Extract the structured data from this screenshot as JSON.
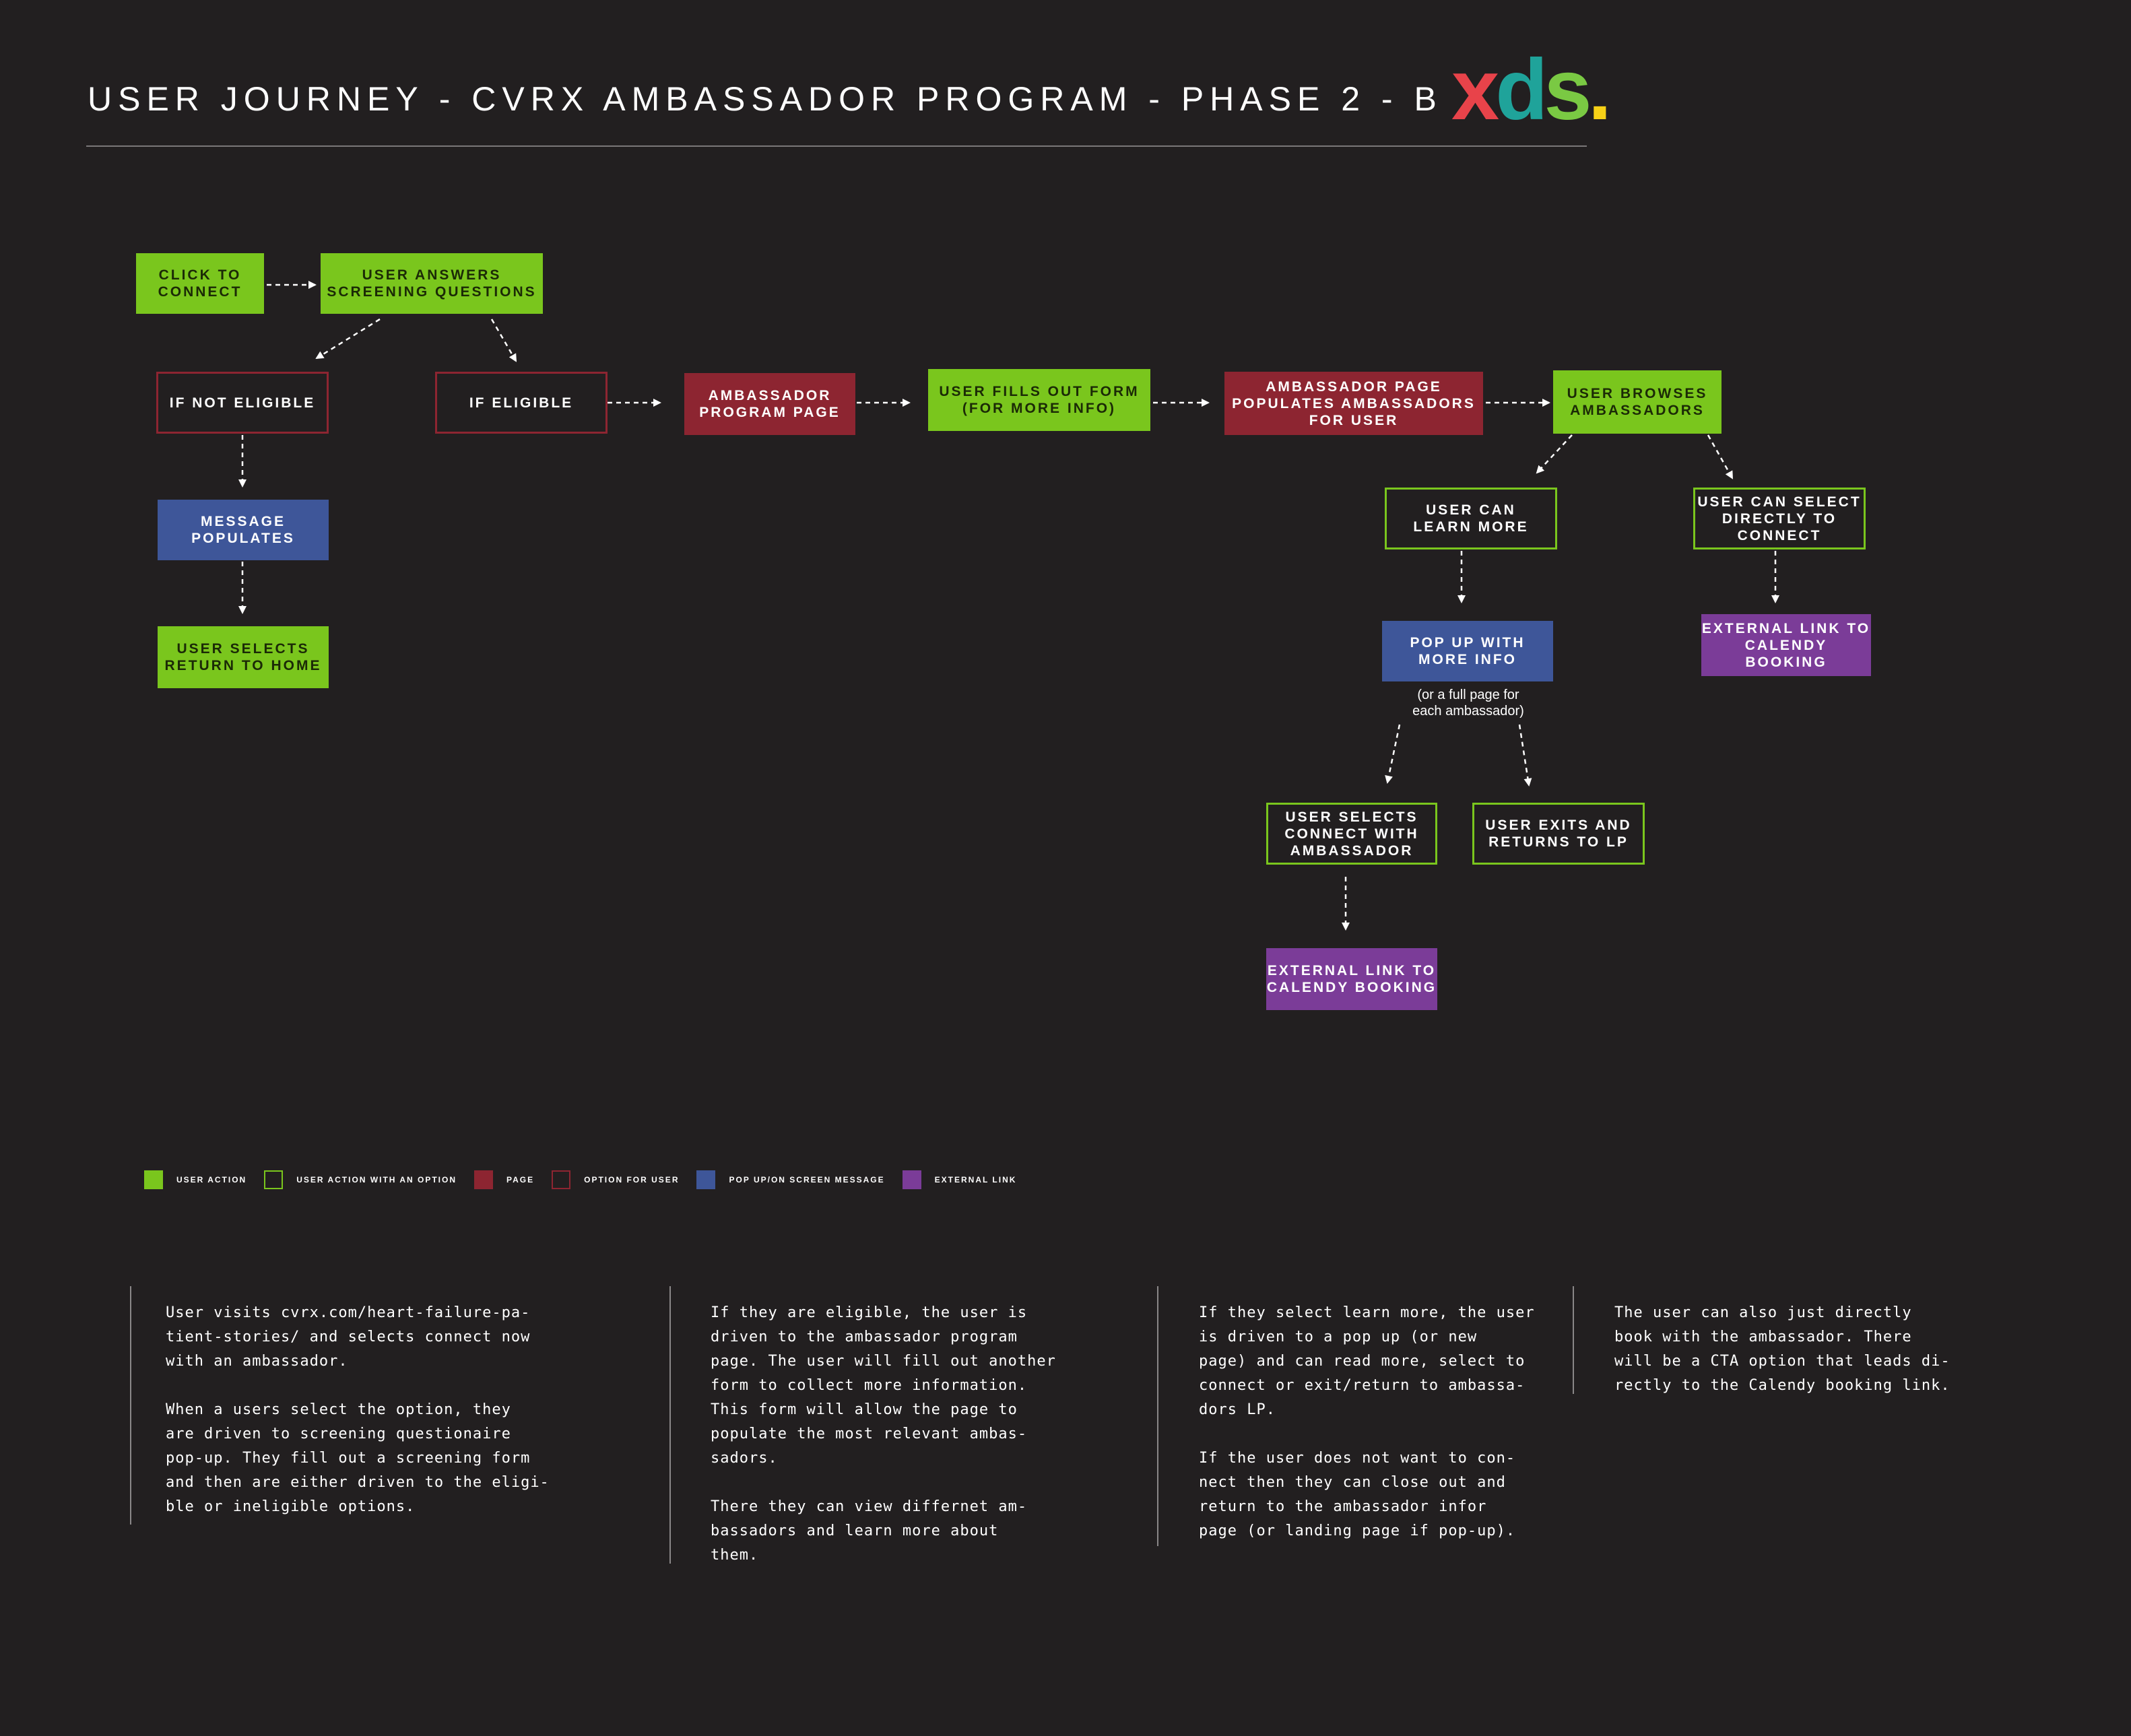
{
  "header": {
    "title": "USER JOURNEY - CVRX AMBASSADOR PROGRAM - PHASE 2 - B",
    "logo": {
      "x": "x",
      "d": "d",
      "s": "s",
      "dot": "."
    }
  },
  "colors": {
    "background": "#221f20",
    "user_action": "#7ac61d",
    "page": "#8d2531",
    "popup": "#3e5699",
    "external_link": "#7b3c98",
    "arrow": "#ffffff"
  },
  "nodes": {
    "click_to_connect": "CLICK TO\nCONNECT",
    "user_answers": "USER ANSWERS\nSCREENING QUESTIONS",
    "if_not_eligible": "IF NOT ELIGIBLE",
    "if_eligible": "IF ELIGIBLE",
    "message_populates": "MESSAGE\nPOPULATES",
    "user_selects_return": "USER SELECTS\nRETURN TO HOME",
    "ambassador_program_page": "AMBASSADOR\nPROGRAM PAGE",
    "user_fills_form": "USER FILLS OUT FORM\n(FOR MORE INFO)",
    "ambassador_page_populates": "AMBASSADOR PAGE\nPOPULATES AMBASSADORS\nFOR USER",
    "user_browses": "USER BROWSES\nAMBASSADORS",
    "user_can_learn_more": "USER CAN\nLEARN MORE",
    "user_can_select_directly": "USER CAN SELECT\nDIRECTLY TO\nCONNECT",
    "pop_up_more_info": "POP UP WITH\nMORE INFO",
    "popup_note": "(or a full page for\neach ambassador)",
    "external_link_right": "EXTERNAL LINK TO\nCALENDY BOOKING",
    "user_selects_connect": "USER SELECTS\nCONNECT WITH\nAMBASSADOR",
    "user_exits": "USER EXITS AND\nRETURNS TO LP",
    "external_link_bottom": "EXTERNAL LINK TO\nCALENDY BOOKING"
  },
  "legend": [
    {
      "label": "USER ACTION",
      "color": "#7ac61d",
      "style": "filled"
    },
    {
      "label": "USER ACTION WITH AN OPTION",
      "color": "#7ac61d",
      "style": "outline"
    },
    {
      "label": "PAGE",
      "color": "#8d2531",
      "style": "filled"
    },
    {
      "label": "OPTION FOR USER",
      "color": "#8d2531",
      "style": "outline"
    },
    {
      "label": "POP UP/ON SCREEN MESSAGE",
      "color": "#3e5699",
      "style": "filled"
    },
    {
      "label": "EXTERNAL LINK",
      "color": "#7b3c98",
      "style": "filled"
    }
  ],
  "descriptions": [
    "User visits cvrx.com/heart-failure-pa-\ntient-stories/ and selects connect now\nwith an ambassador.\n\nWhen a users select the option, they\nare driven to screening questionaire\npop-up. They fill out a screening form\nand then are either driven to the eligi-\nble or ineligible options.",
    "If they are eligible, the user is\ndriven to the ambassador program\npage. The user will fill out another\nform to collect more information.\nThis form will allow the page to\npopulate the most relevant ambas-\nsadors.\n\nThere they can view differnet am-\nbassadors and learn more about\nthem.",
    "If they select learn more, the user\nis driven to a pop up (or new\npage) and can read more, select to\nconnect or exit/return to ambassa-\ndors LP.\n\nIf the user does not want to con-\nnect then they can close out and\nreturn to the ambassador infor\npage (or landing page if pop-up).",
    "The user can also just directly\nbook with the ambassador. There\nwill be a CTA option that leads di-\nrectly to the Calendy booking link."
  ]
}
